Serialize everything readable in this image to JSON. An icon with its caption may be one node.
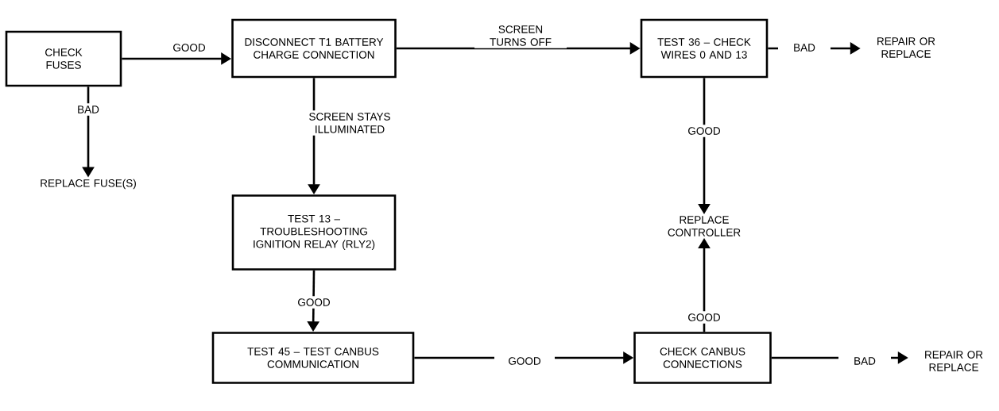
{
  "diagram": {
    "nodes": [
      {
        "text": [
          "CHECK FUSES"
        ]
      },
      {
        "text": [
          "DISCONNECT T1 BATTERY CHARGE CONNECTION"
        ]
      },
      {
        "text": [
          "TEST 36 – CHECK WIRES 0 AND 13"
        ]
      },
      {
        "text": [
          "REPAIR OR REPLACE"
        ]
      },
      {
        "text": [
          "REPLACE FUSE(S)"
        ]
      },
      {
        "text": [
          "TEST 13 – TROUBLESHOOTING IGNITION RELAY (RLY2)"
        ]
      },
      {
        "text": [
          "REPLACE CONTROLLER"
        ]
      },
      {
        "text": [
          "TEST 45 – TEST CANBUS COMMUNICATION"
        ]
      },
      {
        "text": [
          "CHECK CANBUS CONNECTIONS"
        ]
      },
      {
        "text": [
          "REPAIR OR REPLACE"
        ]
      }
    ],
    "edges": [
      {
        "from": 0,
        "to": 1,
        "arrow": "to",
        "label": "GOOD"
      },
      {
        "from": 0,
        "to": 4,
        "arrow": "to",
        "label": "BAD"
      },
      {
        "from": 1,
        "to": 2,
        "arrow": "to",
        "label": "SCREEN TURNS OFF"
      },
      {
        "from": 1,
        "to": 5,
        "arrow": "to",
        "label": "SCREEN STAYS ILLUMINATED"
      },
      {
        "from": 2,
        "to": 3,
        "arrow": "to",
        "label": "BAD"
      },
      {
        "from": 2,
        "to": 6,
        "arrow": "to",
        "label": "GOOD"
      },
      {
        "from": 5,
        "to": 7,
        "arrow": "to",
        "label": "GOOD"
      },
      {
        "from": 7,
        "to": 8,
        "arrow": "to",
        "label": "GOOD"
      },
      {
        "from": 8,
        "to": 6,
        "arrow": "to",
        "label": "GOOD"
      },
      {
        "from": 8,
        "to": 9,
        "arrow": "to",
        "label": "BAD"
      }
    ]
  }
}
